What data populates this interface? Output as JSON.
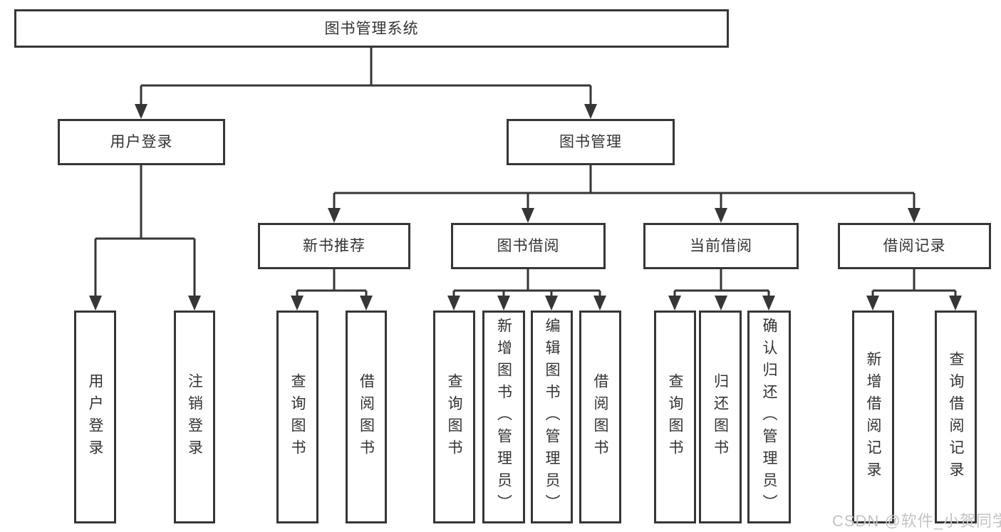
{
  "tree": {
    "label": "图书管理系统",
    "children": [
      {
        "label": "用户登录",
        "children": [
          {
            "label": "用户登录"
          },
          {
            "label": "注销登录"
          }
        ]
      },
      {
        "label": "图书管理",
        "children": [
          {
            "label": "新书推荐",
            "children": [
              {
                "label": "查询图书"
              },
              {
                "label": "借阅图书"
              }
            ]
          },
          {
            "label": "图书借阅",
            "children": [
              {
                "label": "查询图书"
              },
              {
                "label": "新增图书（管理员）"
              },
              {
                "label": "编辑图书（管理员）"
              },
              {
                "label": "借阅图书"
              }
            ]
          },
          {
            "label": "当前借阅",
            "children": [
              {
                "label": "查询图书"
              },
              {
                "label": "归还图书"
              },
              {
                "label": "确认归还（管理员）"
              }
            ]
          },
          {
            "label": "借阅记录",
            "children": [
              {
                "label": "新增借阅记录"
              },
              {
                "label": "查询借阅记录"
              }
            ]
          }
        ]
      }
    ]
  },
  "watermark": "CSDN @软件_小贺同学",
  "colors": {
    "line": "#363636",
    "text": "#333333",
    "box_fill": "#ffffff",
    "watermark": "#c3c3c3",
    "background": "#ffffff"
  }
}
